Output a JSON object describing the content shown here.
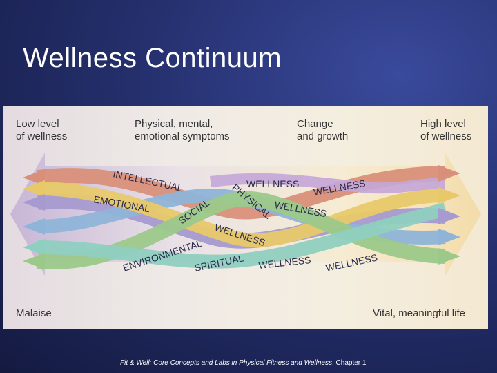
{
  "slide": {
    "title": "Wellness Continuum"
  },
  "diagram": {
    "top_labels": {
      "low_line1": "Low level",
      "low_line2": "of wellness",
      "symptoms_line1": "Physical, mental,",
      "symptoms_line2": "emotional symptoms",
      "change_line1": "Change",
      "change_line2": "and growth",
      "high_line1": "High level",
      "high_line2": "of wellness"
    },
    "bottom_labels": {
      "left": "Malaise",
      "right": "Vital, meaningful life"
    },
    "band_labels": {
      "intellectual": "INTELLECTUAL",
      "emotional": "EMOTIONAL",
      "social": "SOCIAL",
      "physical": "PHYSICAL",
      "environmental": "ENVIRONMENTAL",
      "spiritual": "SPIRITUAL",
      "wellness": "WELLNESS"
    },
    "band_colors": {
      "intellectual": "#d9907a",
      "emotional": "#a79ad0",
      "social": "#8fb4d8",
      "physical": "#e8c96a",
      "environmental": "#9cc98a",
      "spiritual": "#8fcfc0",
      "wellness": "#c4a6d8",
      "arrow_left": "#c9b6d8",
      "arrow_right": "#f2ddb0"
    }
  },
  "footer": {
    "source_italic": "Fit & Well: Core Concepts and Labs in Physical Fitness and Wellness",
    "source_suffix": ", Chapter 1"
  }
}
